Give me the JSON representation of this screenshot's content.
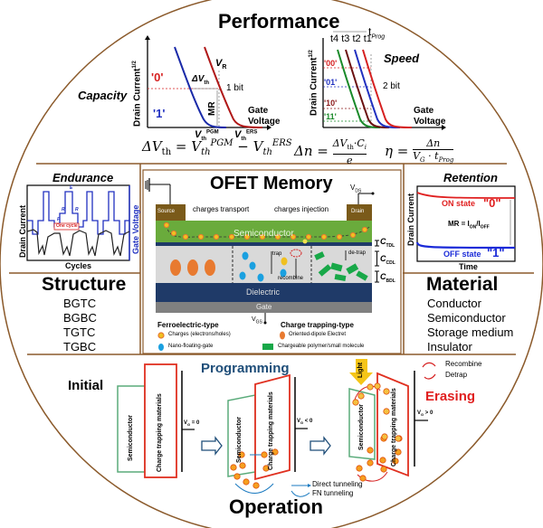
{
  "header": {
    "title": "Performance"
  },
  "capacity": {
    "label": "Capacity",
    "y_axis": "Drain Current",
    "y_axis_sup": "1/2",
    "state0": "'0'",
    "state1": "'1'",
    "delta_vth": "ΔV",
    "delta_vth_sub": "th",
    "vr": "V",
    "vr_sub": "R",
    "one_bit": "1 bit",
    "mr": "MR",
    "x_axis_1": "Gate",
    "x_axis_2": "Voltage",
    "vth_pgm": "V",
    "vth_pgm_sub": "th",
    "vth_pgm_sup": "PGM",
    "vth_ers": "V",
    "vth_ers_sub": "th",
    "vth_ers_sup": "ERS"
  },
  "speed": {
    "label": "Speed",
    "y_axis": "Drain Current",
    "y_axis_sup": "1/2",
    "times": [
      "t4",
      "t3",
      "t2",
      "t1"
    ],
    "t_prog": "t",
    "t_prog_sub": "Prog",
    "states": [
      "'00'",
      "'01'",
      "'10'",
      "'11'"
    ],
    "state_colors": [
      "#d62020",
      "#2030c0",
      "#8b1a1a",
      "#1a8a2a"
    ],
    "two_bit": "2 bit",
    "x_axis_1": "Gate",
    "x_axis_2": "Voltage"
  },
  "formulas": {
    "f1": "ΔV_th = V_th^PGM − V_th^ERS",
    "f2": "Δn = ΔV_th·C_i / e",
    "f3": "η = Δn / (V_G·t_Prog)"
  },
  "endurance": {
    "label": "Endurance",
    "y_left": "Drain Current",
    "y_right": "Gate Voltage",
    "x_axis": "Cycles",
    "cycle_label": "One cycle",
    "markers": [
      "E",
      "R",
      "R",
      "P"
    ]
  },
  "retention": {
    "label": "Retention",
    "y_axis": "Drain Current",
    "x_axis": "Time",
    "on_state": "ON state",
    "on_value": "\"0\"",
    "off_state": "OFF state",
    "off_value": "\"1\"",
    "mr_formula": "MR = I",
    "mr_on": "ON",
    "mr_sep": "/I",
    "mr_off": "OFF"
  },
  "center": {
    "title": "OFET Memory",
    "source": "Source",
    "drain": "Drain",
    "vds": "V",
    "vds_sub": "DS",
    "charges_transport": "charges transport",
    "charges_injection": "charges injection",
    "semiconductor": "Semiconductor",
    "trap": "trap",
    "recombine": "recombine",
    "de_trap": "de-trap",
    "dielectric": "Dielectric",
    "gate": "Gate",
    "vgs": "V",
    "vgs_sub": "GS",
    "ctdl": "C",
    "ctdl_sub": "TDL",
    "ccdl": "C",
    "ccdl_sub": "CDL",
    "cbdl": "C",
    "cbdl_sub": "BDL",
    "legend": {
      "ferro_title": "Ferroelectric-type",
      "charge_title": "Charge trapping-type",
      "items": [
        "Charges (electrons/holes)",
        "Oriented-dipole Electret",
        "Nano-floating-gate",
        "Chargeable polymer/small molecule"
      ]
    }
  },
  "structure": {
    "title": "Structure",
    "items": [
      "BGTC",
      "BGBC",
      "TGTC",
      "TGBC"
    ]
  },
  "material": {
    "title": "Material",
    "items": [
      "Conductor",
      "Semiconductor",
      "Storage medium",
      "Insulator"
    ]
  },
  "operation": {
    "title": "Operation",
    "initial": "Initial",
    "programming": "Programming",
    "erasing": "Erasing",
    "semiconductor": "Semiconductor",
    "ctm": "Charge trapping materials",
    "vg0": "V",
    "vg0_rest": " = 0",
    "vgneg": "V",
    "vgneg_rest": " < 0",
    "vgpos": "V",
    "vgpos_rest": " > 0",
    "vg_sub": "G",
    "light": "Light",
    "recombine": "Recombine",
    "detrap": "Detrap",
    "direct_tunneling": "Direct tunneling",
    "fn_tunneling": "FN tunneling"
  },
  "colors": {
    "frame": "#8b5a2b",
    "red": "#e02020",
    "blue": "#1a3a9a",
    "semiconductor_green": "#6aab3c",
    "dielectric_navy": "#1f3a68",
    "gate_gray": "#808080",
    "electrode_brown": "#7a5a1a",
    "programming_blue": "#1f4e79"
  }
}
